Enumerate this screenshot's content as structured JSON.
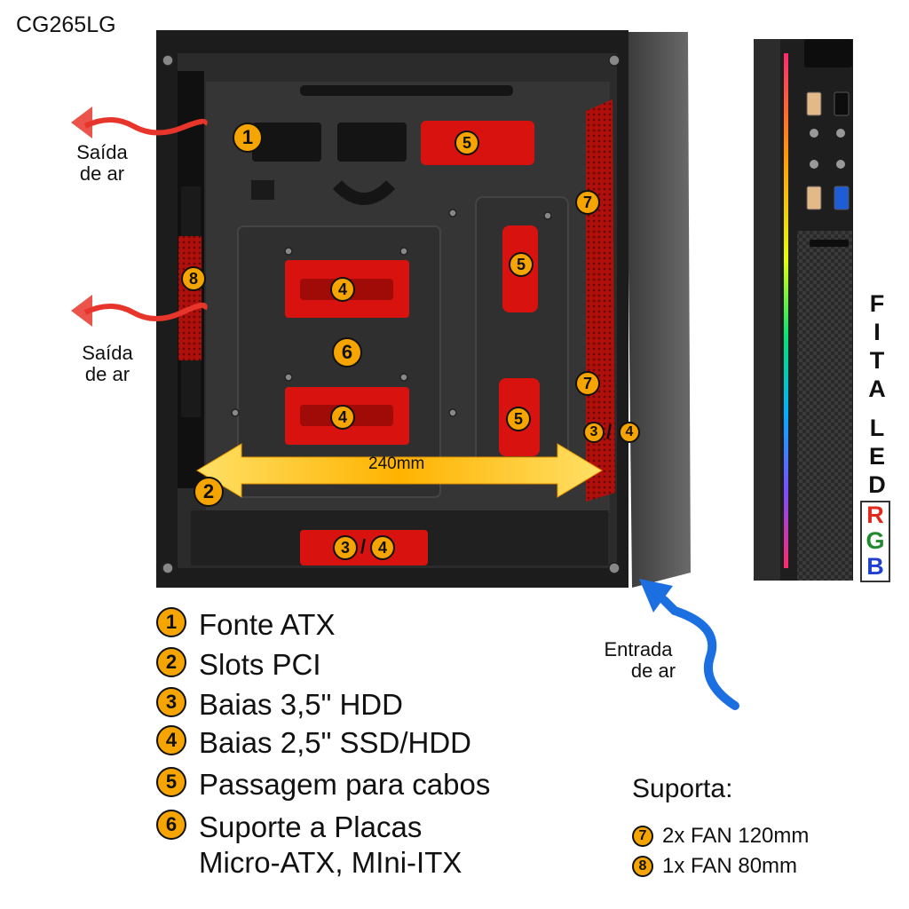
{
  "model": "CG265LG",
  "air": {
    "exhaust_top": [
      "Saída",
      "de ar"
    ],
    "exhaust_mid": [
      "Saída",
      "de ar"
    ],
    "intake": [
      "Entrada",
      "de ar"
    ]
  },
  "dimension_label": "240mm",
  "legend": [
    {
      "num": "1",
      "text": "Fonte ATX"
    },
    {
      "num": "2",
      "text": "Slots PCI"
    },
    {
      "num": "3",
      "text": "Baias 3,5\" HDD"
    },
    {
      "num": "4",
      "text": "Baias 2,5\" SSD/HDD"
    },
    {
      "num": "5",
      "text": "Passagem para cabos"
    },
    {
      "num": "6",
      "text": "Suporte a Placas",
      "text2": "Micro-ATX, MIni-ITX"
    }
  ],
  "support": {
    "title": "Suporta:",
    "items": [
      {
        "num": "7",
        "text": "2x FAN 120mm"
      },
      {
        "num": "8",
        "text": "1x FAN 80mm"
      }
    ]
  },
  "fita_led": [
    "F",
    "I",
    "T",
    "A",
    "",
    "L",
    "E",
    "D"
  ],
  "rgb": {
    "r": "R",
    "g": "G",
    "b": "B"
  },
  "colors": {
    "badge": "#f5a400",
    "highlight": "#d8130f",
    "rgb_r": "#e3281d",
    "rgb_g": "#1f8a2e",
    "rgb_b": "#1f3fd0",
    "intake_arrow": "#1b6fe0"
  },
  "case_badges": {
    "b1": "1",
    "b5a": "5",
    "b5b": "5",
    "b5c": "5",
    "b7a": "7",
    "b7b": "7",
    "b8": "8",
    "b4a": "4",
    "b4b": "4",
    "b6": "6",
    "b2": "2",
    "b3r": "3",
    "b4r": "4",
    "b3b": "3",
    "b4bb": "4",
    "slash": "/"
  }
}
